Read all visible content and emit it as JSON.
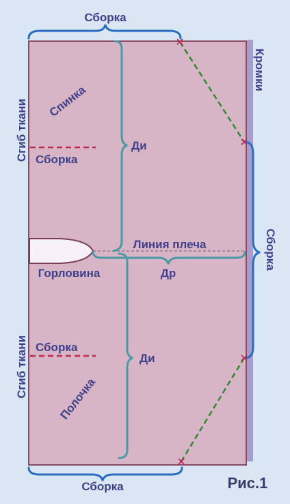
{
  "labels": {
    "top_gather": "Сборка",
    "bottom_gather": "Сборка",
    "right_gather": "Сборка",
    "selvedges": "Кромки",
    "fold_top": "Сгиб ткани",
    "fold_bottom": "Сгиб ткани",
    "back": "Спинка",
    "front": "Полочка",
    "gather_back": "Сборка",
    "gather_front": "Сборка",
    "di_top": "Ди",
    "di_bottom": "Ди",
    "shoulder_line": "Линия плеча",
    "dr": "Др",
    "neckline": "Горловина",
    "figure": "Рис.1"
  },
  "colors": {
    "background": "#d9e7f5",
    "fabric": "#d7b5c6",
    "outline": "#8a4a62",
    "selvedge": "#a89ccf",
    "text": "#3f3f8a",
    "brace_blue": "#2a6cc0",
    "measure_teal": "#4a9aa5",
    "gather_red": "#c0254a",
    "diagonal_green": "#2f8a2f",
    "marker": "#c02450"
  }
}
